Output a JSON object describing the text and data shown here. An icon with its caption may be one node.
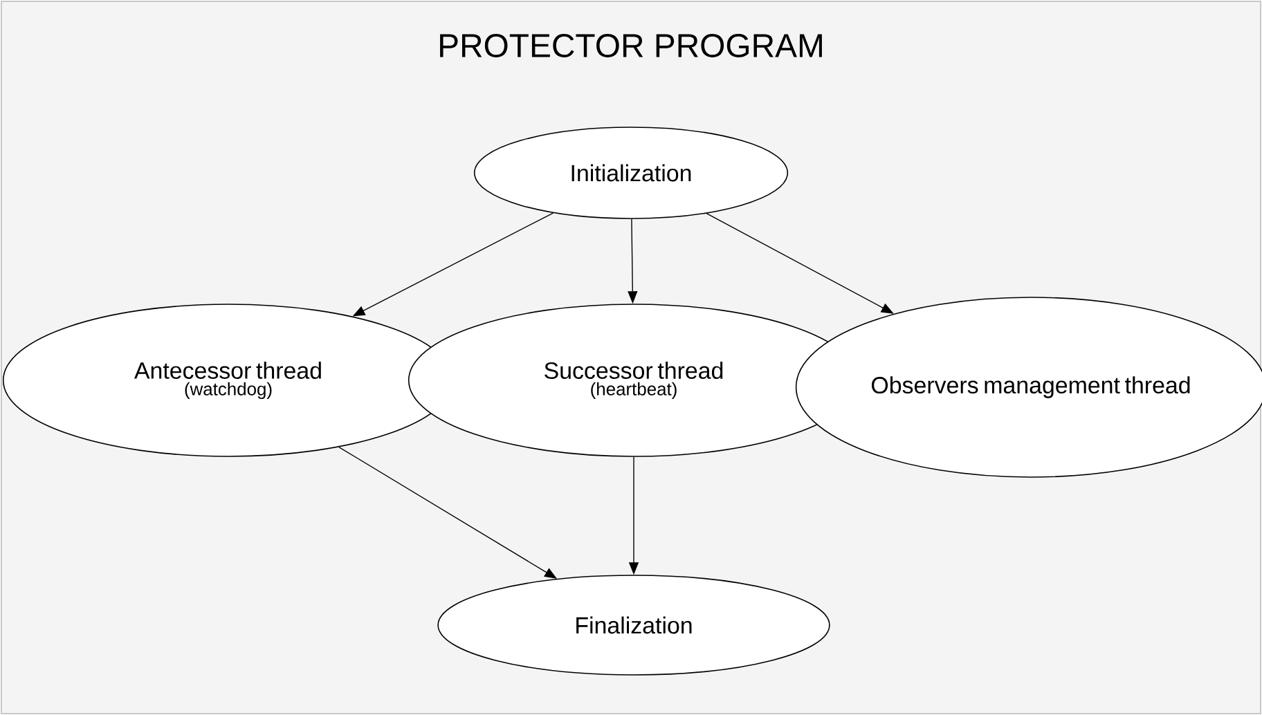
{
  "diagram": {
    "title": "PROTECTOR PROGRAM",
    "nodes": [
      {
        "text": [
          "Initialization"
        ]
      },
      {
        "text": [
          "Antecessor thread",
          "(watchdog)"
        ]
      },
      {
        "text": [
          "Successor thread",
          "(heartbeat)"
        ]
      },
      {
        "text": [
          "Observers management thread"
        ]
      },
      {
        "text": [
          "Finalization"
        ]
      }
    ],
    "edges": [
      {
        "from": 0,
        "to": 1,
        "arrow": "to"
      },
      {
        "from": 0,
        "to": 2,
        "arrow": "to"
      },
      {
        "from": 0,
        "to": 3,
        "arrow": "to"
      },
      {
        "from": 1,
        "to": 4,
        "arrow": "to"
      },
      {
        "from": 2,
        "to": 4,
        "arrow": "to"
      }
    ]
  }
}
